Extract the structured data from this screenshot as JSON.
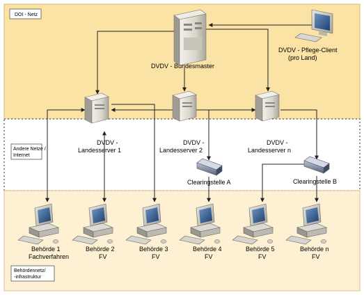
{
  "zones": {
    "top_label": "DOI - Netz",
    "other_networks_label": [
      "Andere Netze /",
      "Internet"
    ],
    "bottom_label": [
      "Behördennetz/",
      "-infrastruktur"
    ]
  },
  "master": {
    "label": "DVDV - Bundesmaster"
  },
  "client": {
    "label": [
      "DVDV - Pflege-Client",
      "(pro Land)"
    ]
  },
  "servers": [
    {
      "label": [
        "DVDV -",
        "Landesserver 1"
      ]
    },
    {
      "label": [
        "DVDV -",
        "Landesserver  2"
      ]
    },
    {
      "label": [
        "DVDV -",
        "Landesserver n"
      ]
    }
  ],
  "clearing": [
    {
      "label": "Clearingstelle A"
    },
    {
      "label": "Clearingstelle B"
    }
  ],
  "authorities": [
    {
      "label": [
        "Behörde 1",
        "Fachverfahren"
      ]
    },
    {
      "label": [
        "Behörde 2",
        "FV"
      ]
    },
    {
      "label": [
        "Behörde 3",
        "FV"
      ]
    },
    {
      "label": [
        "Behörde 4",
        "FV"
      ]
    },
    {
      "label": [
        "Behörde 5",
        "FV"
      ]
    },
    {
      "label": [
        "Behörde n",
        "FV"
      ]
    }
  ],
  "colors": {
    "top_zone": "#fbe3a6",
    "bottom_zone": "#fdf0d3",
    "middle_zone": "#ffffff",
    "line": "#333333"
  }
}
